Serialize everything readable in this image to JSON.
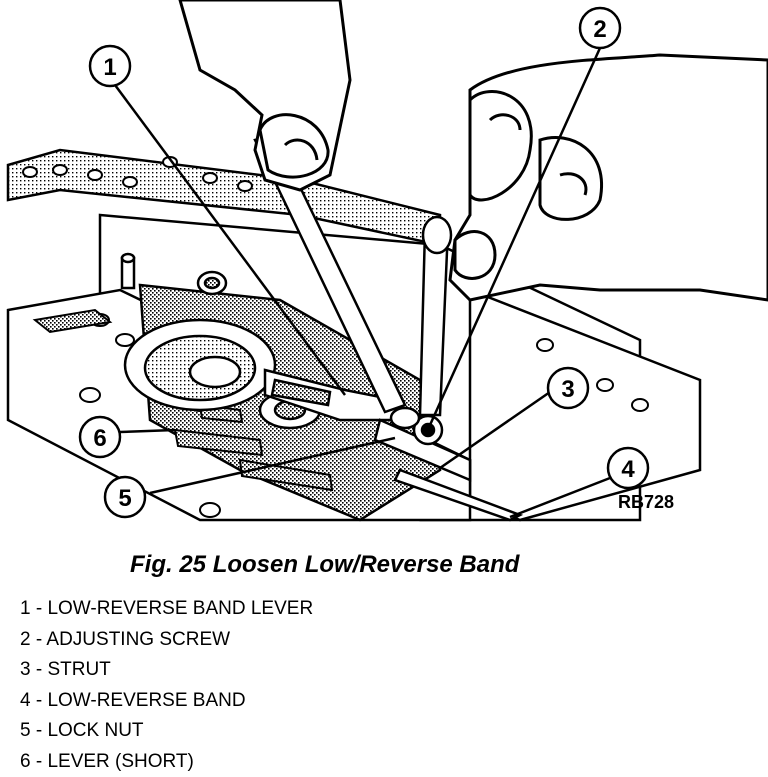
{
  "figure": {
    "caption": "Fig. 25 Loosen Low/Reverse Band",
    "reference_code": "RB728"
  },
  "callouts": [
    "1",
    "2",
    "3",
    "4",
    "5",
    "6"
  ],
  "legend": [
    "1 - LOW-REVERSE BAND LEVER",
    "2 - ADJUSTING SCREW",
    "3 - STRUT",
    "4 - LOW-REVERSE BAND",
    "5 - LOCK NUT",
    "6 - LEVER (SHORT)"
  ]
}
